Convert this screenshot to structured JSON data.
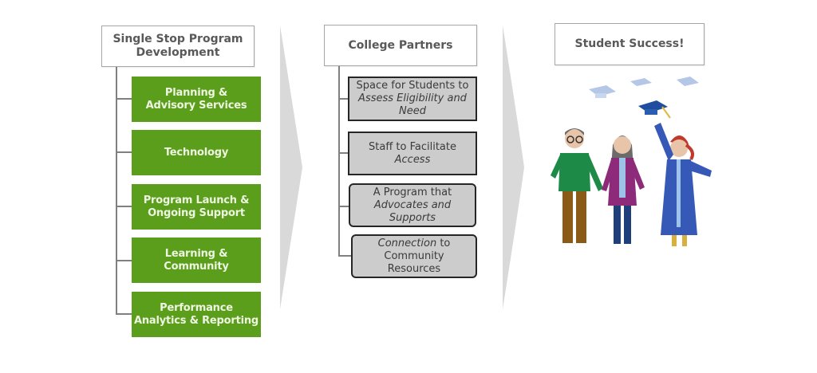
{
  "columns": [
    {
      "title": "Single Stop Program Development",
      "items": [
        {
          "label": "Planning & Advisory Services"
        },
        {
          "label": "Technology"
        },
        {
          "label": "Program Launch & Ongoing Support"
        },
        {
          "label": "Learning & Community"
        },
        {
          "label": "Performance Analytics & Reporting"
        }
      ]
    },
    {
      "title": "College Partners",
      "items": [
        {
          "line1": "Space for Students to",
          "line2": "Assess Eligibility and",
          "line3": "Need"
        },
        {
          "line1": "Staff to Facilitate",
          "line2": "Access"
        },
        {
          "line1": "A Program that",
          "line2": "Advocates and",
          "line3": "Supports"
        },
        {
          "line1_italic": "Connection",
          "line1_rest": " to",
          "line2": "Community",
          "line3": "Resources"
        }
      ]
    },
    {
      "title": "Student Success!",
      "illustration": "graduating-students-with-family-illustration"
    }
  ],
  "colors": {
    "green": "#5b9e1c",
    "grey_box": "#cccccc",
    "arrow": "#d9d9d9",
    "title_text": "#595959"
  }
}
